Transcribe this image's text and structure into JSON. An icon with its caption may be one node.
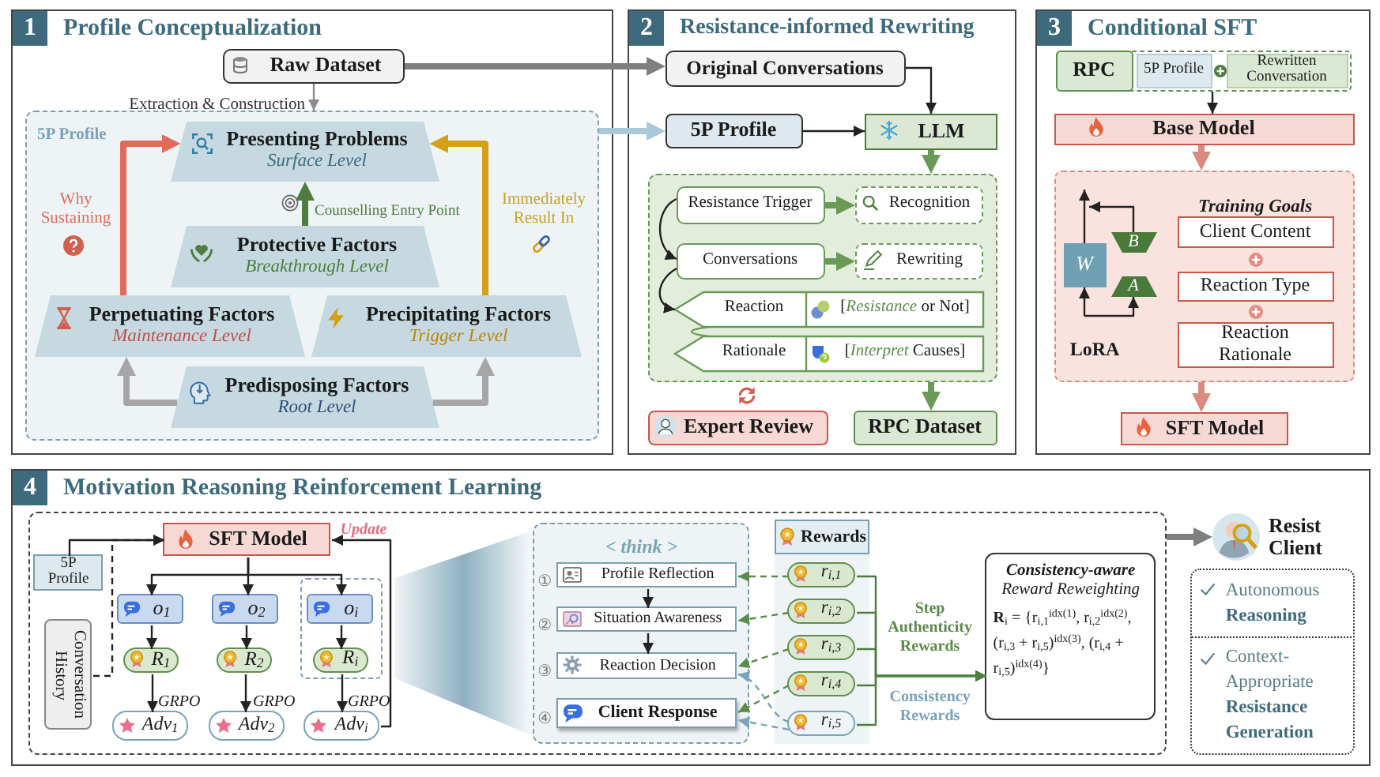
{
  "diagram": {
    "nodes": [
      {
        "text": [
          "1",
          "Profile Conceptualization"
        ]
      },
      {
        "text": [
          "Raw Dataset"
        ],
        "in": 0
      },
      {
        "text": [
          "5P Profile"
        ],
        "in": 0
      },
      {
        "text": [
          "Presenting Problems",
          "Surface Level"
        ],
        "in": 2
      },
      {
        "text": [
          "Protective Factors",
          "Breakthrough Level"
        ],
        "in": 2
      },
      {
        "text": [
          "Perpetuating Factors",
          "Maintenance Level"
        ],
        "in": 2
      },
      {
        "text": [
          "Precipitating Factors",
          "Trigger Level"
        ],
        "in": 2
      },
      {
        "text": [
          "Predisposing Factors",
          "Root Level"
        ],
        "in": 2
      },
      {
        "text": [
          "2",
          "Resistance-informed Rewriting"
        ]
      },
      {
        "text": [
          "Original Conversations"
        ],
        "in": 8
      },
      {
        "text": [
          "5P Profile"
        ],
        "in": 8
      },
      {
        "text": [
          "LLM"
        ],
        "in": 8
      },
      {
        "text": [],
        "shape": "box",
        "in": 8
      },
      {
        "text": [
          "Resistance Trigger"
        ],
        "in": 12
      },
      {
        "text": [
          "Recognition"
        ],
        "in": 12
      },
      {
        "text": [
          "Conversations"
        ],
        "in": 12
      },
      {
        "text": [
          "Rewriting"
        ],
        "in": 12
      },
      {
        "text": [
          "Reaction",
          "[*Resistance* or Not]"
        ],
        "in": 12
      },
      {
        "text": [
          "Rationale",
          "[*Interpret* Causes]"
        ],
        "in": 12
      },
      {
        "text": [
          "Expert Review"
        ],
        "in": 8
      },
      {
        "text": [
          "RPC Dataset"
        ],
        "in": 8
      },
      {
        "text": [
          "3",
          "Conditional SFT"
        ]
      },
      {
        "text": [
          "RPC"
        ],
        "in": 21
      },
      {
        "text": [
          "5P Profile"
        ],
        "in": 22
      },
      {
        "text": [
          "Rewritten Conversation"
        ],
        "in": 22
      },
      {
        "text": [
          "Base Model"
        ],
        "in": 21
      },
      {
        "text": [],
        "shape": "box",
        "in": 21
      },
      {
        "text": [
          "W"
        ],
        "in": 26
      },
      {
        "text": [
          "B"
        ],
        "in": 26
      },
      {
        "text": [
          "A"
        ],
        "in": 26
      },
      {
        "text": [
          "Client Content"
        ],
        "in": 26
      },
      {
        "text": [
          "Reaction Type"
        ],
        "in": 26
      },
      {
        "text": [
          "Reaction Rationale"
        ],
        "in": 26
      },
      {
        "text": [
          "SFT Model"
        ],
        "in": 21
      },
      {
        "text": [
          "4",
          "Motivation Reasoning Reinforcement Learning"
        ]
      },
      {
        "text": [],
        "shape": "box",
        "in": 34
      },
      {
        "text": [
          "5P Profile"
        ],
        "in": 35
      },
      {
        "text": [
          "Conversation History"
        ],
        "in": 35
      },
      {
        "text": [
          "SFT Model"
        ],
        "in": 35
      },
      {
        "text": [],
        "shape": "box",
        "in": 35
      },
      {
        "text": [
          "o$_{1}$"
        ],
        "in": 35
      },
      {
        "text": [
          "o$_{2}$"
        ],
        "in": 35
      },
      {
        "text": [
          "o$_{i}$"
        ],
        "in": 39
      },
      {
        "text": [
          "R$_{1}$"
        ],
        "in": 35
      },
      {
        "text": [
          "R$_{2}$"
        ],
        "in": 35
      },
      {
        "text": [
          "R$_{i}$"
        ],
        "in": 39
      },
      {
        "text": [
          "Adv$_{1}$"
        ],
        "in": 35
      },
      {
        "text": [
          "Adv$_{2}$"
        ],
        "in": 35
      },
      {
        "text": [
          "Adv$_{i}$"
        ],
        "in": 35
      },
      {
        "text": [
          "< think >"
        ],
        "in": 35
      },
      {
        "text": [
          "Profile Reflection"
        ],
        "beside": [
          "①"
        ],
        "in": 49
      },
      {
        "text": [
          "Situation Awareness"
        ],
        "beside": [
          "②"
        ],
        "in": 49
      },
      {
        "text": [
          "Reaction Decision"
        ],
        "beside": [
          "③"
        ],
        "in": 49
      },
      {
        "text": [
          "Client Response"
        ],
        "beside": [
          "④"
        ],
        "in": 49
      },
      {
        "text": [
          "Rewards"
        ],
        "in": 35
      },
      {
        "text": [
          "r$_{i,1}$"
        ],
        "in": 54
      },
      {
        "text": [
          "r$_{i,2}$"
        ],
        "in": 54
      },
      {
        "text": [
          "r$_{i,3}$"
        ],
        "in": 54
      },
      {
        "text": [
          "r$_{i,4}$"
        ],
        "in": 54
      },
      {
        "text": [
          "r$_{i,5}$"
        ],
        "in": 54
      },
      {
        "text": [
          "Consistency-aware",
          "Reward Reweighting",
          "**R**$_{i}$ = {r$_{i,1}$$^{idx(1)}$, r$_{i,2}$$^{idx(2)}$, (r$_{i,3}$ + r$_{i,5}$)$^{idx(3)}$, (r$_{i,4}$ + r$_{i,5}$)$^{idx(4)}$}"
        ],
        "in": 35
      },
      {
        "text": [
          "Resist Client"
        ],
        "in": 34
      },
      {
        "text": [],
        "shape": "box",
        "in": 34
      },
      {
        "text": [
          "Autonomous **Reasoning**"
        ],
        "in": 62
      },
      {
        "text": [
          "Context-Appropriate **Resistance Generation**"
        ],
        "in": 62
      },
      {
        "text": [],
        "shape": "funnel",
        "in": 35
      }
    ],
    "edges": [
      {
        "from": 1,
        "to": 2,
        "arrow": "to",
        "label": "Extraction & Construction",
        "color": "#8c8c8c"
      },
      {
        "from": 4,
        "to": 3,
        "arrow": "to",
        "label": "Counselling Entry Point",
        "style": "thick",
        "color": "#4e7d3f"
      },
      {
        "from": 5,
        "to": 3,
        "arrow": "to",
        "label": "Why Sustaining",
        "style": "thick",
        "color": "#e06b5b"
      },
      {
        "from": 6,
        "to": 3,
        "arrow": "to",
        "label": "Immediately Result In",
        "style": "thick",
        "color": "#d4a017"
      },
      {
        "from": 7,
        "to": 5,
        "arrow": "to",
        "style": "thick",
        "color": "#a6a6a6"
      },
      {
        "from": 7,
        "to": 6,
        "arrow": "to",
        "style": "thick",
        "color": "#a6a6a6"
      },
      {
        "from": 1,
        "to": 9,
        "arrow": "to",
        "style": "thick",
        "color": "#7f7f7f"
      },
      {
        "from": 2,
        "to": 10,
        "arrow": "to",
        "style": "thick",
        "color": "#a9c8d8"
      },
      {
        "from": 9,
        "to": 11,
        "arrow": "to"
      },
      {
        "from": 10,
        "to": 11,
        "arrow": "to"
      },
      {
        "from": 11,
        "to": 12,
        "arrow": "to",
        "style": "thick",
        "color": "#6a9a57"
      },
      {
        "from": 13,
        "to": 14,
        "arrow": "to",
        "style": "thick",
        "color": "#6a9a57"
      },
      {
        "from": 15,
        "to": 16,
        "arrow": "to",
        "style": "thick",
        "color": "#6a9a57"
      },
      {
        "from": 13,
        "to": 15,
        "arrow": "to"
      },
      {
        "from": 15,
        "to": 17,
        "arrow": "to"
      },
      {
        "from": 17,
        "to": 18,
        "arrow": "none",
        "color": "#6a9a57"
      },
      {
        "from": 12,
        "to": 20,
        "arrow": "to",
        "style": "thick",
        "color": "#6a9a57"
      },
      {
        "from": 22,
        "to": 25,
        "arrow": "to"
      },
      {
        "from": 25,
        "to": 26,
        "arrow": "to",
        "style": "thick",
        "color": "#d98b80"
      },
      {
        "from": null,
        "to": 27,
        "arrow": "to"
      },
      {
        "from": null,
        "to": 29,
        "arrow": "to"
      },
      {
        "from": 28,
        "to": null,
        "arrow": "to"
      },
      {
        "from": 27,
        "to": null,
        "arrow": "to"
      },
      {
        "from": 26,
        "to": 33,
        "arrow": "to",
        "style": "thick",
        "color": "#d98b80"
      },
      {
        "from": 36,
        "to": 38,
        "arrow": "to"
      },
      {
        "from": 37,
        "to": 38,
        "arrow": "to",
        "style": "dashed"
      },
      {
        "from": 38,
        "to": 40,
        "arrow": "to"
      },
      {
        "from": 38,
        "to": 41,
        "arrow": "to"
      },
      {
        "from": 38,
        "to": 42,
        "arrow": "to"
      },
      {
        "from": 40,
        "to": 43,
        "arrow": "to"
      },
      {
        "from": 41,
        "to": 44,
        "arrow": "to"
      },
      {
        "from": 42,
        "to": 45,
        "arrow": "to"
      },
      {
        "from": 43,
        "to": 46,
        "arrow": "to",
        "label": "GRPO"
      },
      {
        "from": 44,
        "to": 47,
        "arrow": "to",
        "label": "GRPO"
      },
      {
        "from": 45,
        "to": 48,
        "arrow": "to",
        "label": "GRPO"
      },
      {
        "from": 48,
        "to": 38,
        "arrow": "to",
        "label": "Update"
      },
      {
        "from": 50,
        "to": 51,
        "arrow": "to"
      },
      {
        "from": 51,
        "to": 52,
        "arrow": "to"
      },
      {
        "from": 55,
        "to": 50,
        "arrow": "to",
        "style": "dashed",
        "color": "#5c8a4a"
      },
      {
        "from": 56,
        "to": 51,
        "arrow": "to",
        "style": "dashed",
        "color": "#5c8a4a"
      },
      {
        "from": 57,
        "to": 52,
        "arrow": "to",
        "style": "dashed",
        "color": "#5c8a4a"
      },
      {
        "from": 58,
        "to": 53,
        "arrow": "to",
        "style": "dashed",
        "color": "#5c8a4a"
      },
      {
        "from": 59,
        "to": 52,
        "arrow": "to",
        "style": "dashed",
        "color": "#7aa3b8"
      },
      {
        "from": 59,
        "to": 53,
        "arrow": "to",
        "style": "dashed",
        "color": "#7aa3b8"
      },
      {
        "from": 55,
        "to": 60,
        "arrow": "to",
        "color": "#4e7d3f"
      },
      {
        "from": 56,
        "to": 60,
        "arrow": "to",
        "color": "#4e7d3f"
      },
      {
        "from": 57,
        "to": 60,
        "arrow": "to",
        "color": "#4e7d3f"
      },
      {
        "from": 58,
        "to": 60,
        "arrow": "to",
        "color": "#4e7d3f"
      },
      {
        "from": 59,
        "to": 60,
        "arrow": "to",
        "color": "#4e7d3f"
      },
      {
        "from": 35,
        "to": 61,
        "arrow": "to",
        "style": "thick",
        "color": "#7f7f7f"
      }
    ],
    "labels": [
      "Training Goals",
      "LoRA",
      "Step Authenticity Rewards",
      "Consistency Rewards"
    ]
  }
}
